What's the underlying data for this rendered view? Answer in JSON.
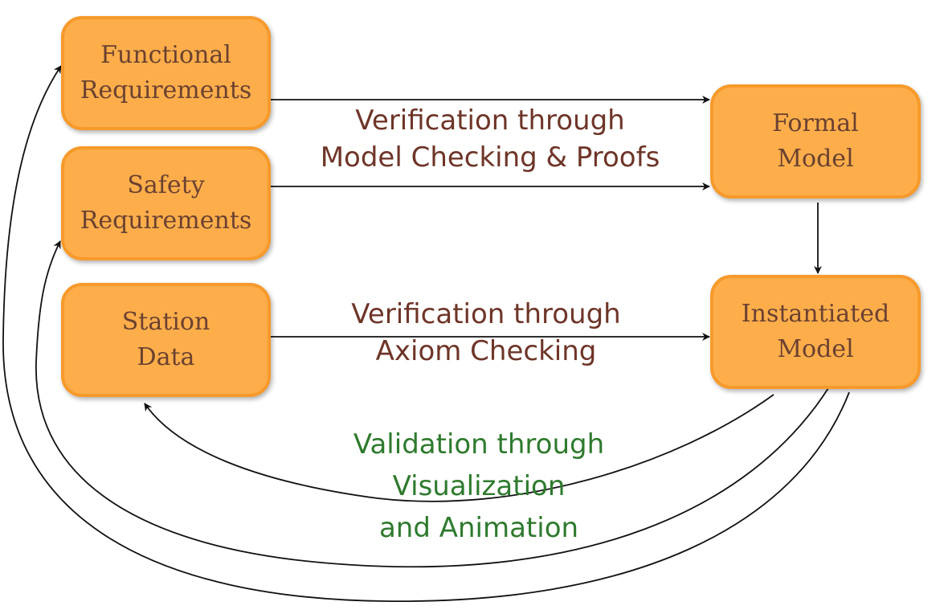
{
  "diagram": {
    "nodes": {
      "functional_requirements": {
        "line1": "Functional",
        "line2": "Requirements"
      },
      "safety_requirements": {
        "line1": "Safety",
        "line2": "Requirements"
      },
      "station_data": {
        "line1": "Station",
        "line2": "Data"
      },
      "formal_model": {
        "line1": "Formal",
        "line2": "Model"
      },
      "instantiated_model": {
        "line1": "Instantiated",
        "line2": "Model"
      }
    },
    "edge_labels": {
      "verification_proofs": {
        "line1": "Verification through",
        "line2": "Model Checking & Proofs"
      },
      "verification_axiom": {
        "line1": "Verification through",
        "line2": "Axiom Checking"
      },
      "validation": {
        "line1": "Validation through",
        "line2": "Visualization",
        "line3": "and Animation"
      }
    },
    "colors": {
      "box_fill": "#fdae4b",
      "box_border": "#f79a2b",
      "box_text": "#6b4130",
      "verification_text": "#6e3528",
      "validation_text": "#2e7a2e",
      "arrow": "#111111"
    }
  }
}
